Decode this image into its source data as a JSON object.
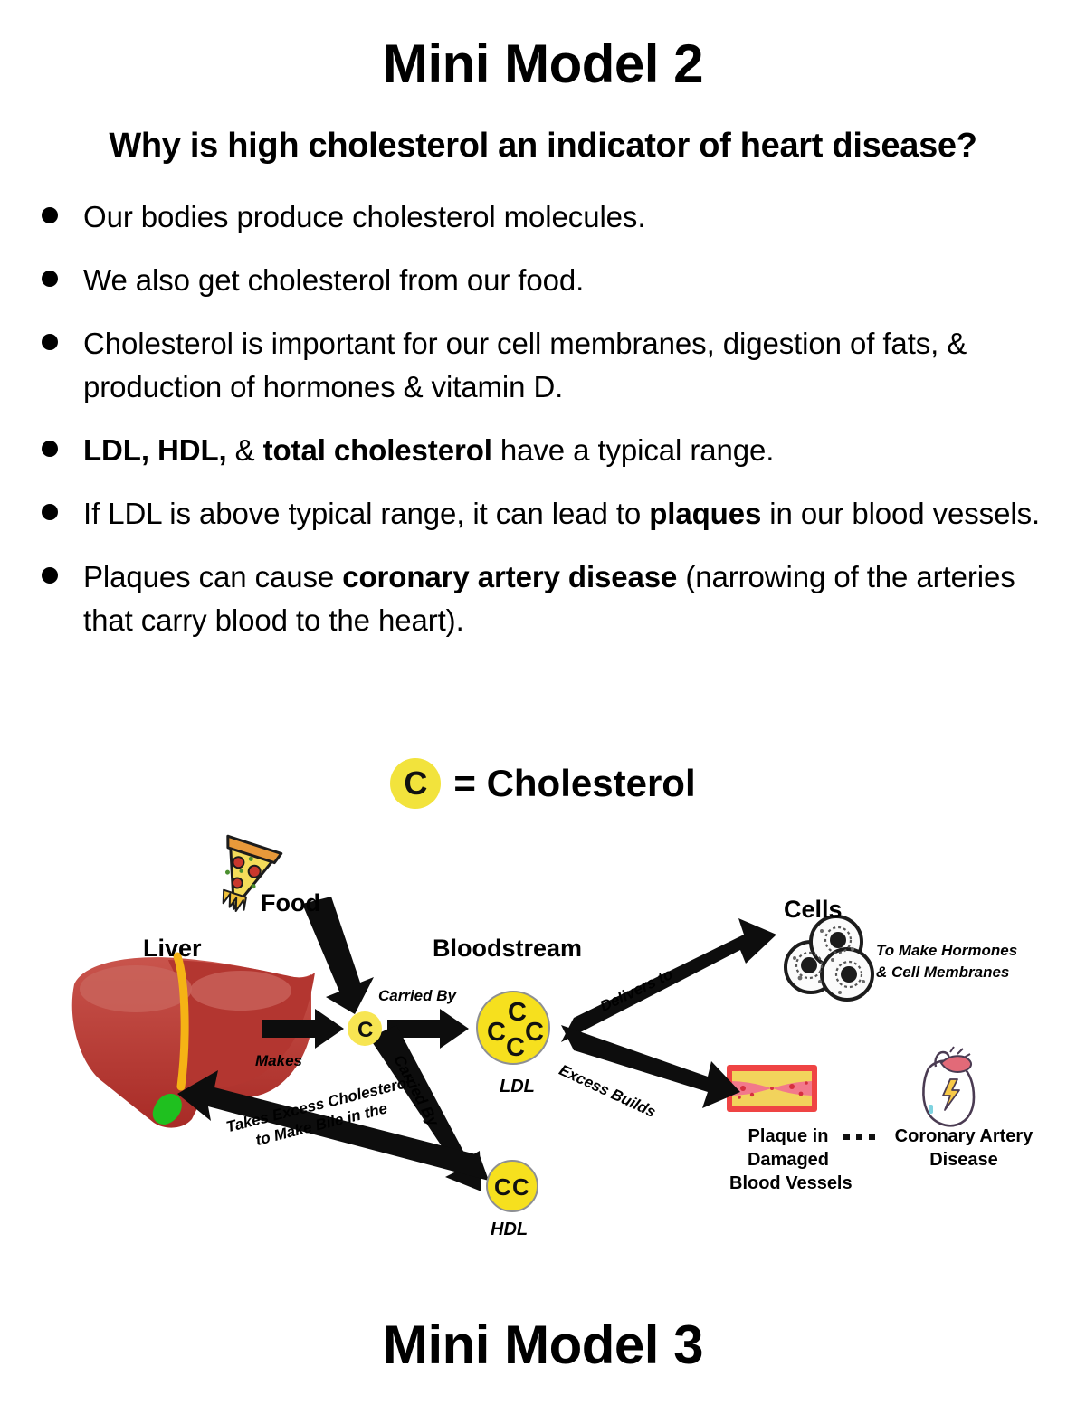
{
  "document": {
    "title_top": "Mini Model 2",
    "title_bottom": "Mini Model 3",
    "question": "Why is high cholesterol an indicator of heart disease?"
  },
  "bullets": [
    {
      "parts": [
        {
          "text": "Our bodies produce cholesterol molecules.",
          "bold": false
        }
      ]
    },
    {
      "parts": [
        {
          "text": "We also get cholesterol from our food.",
          "bold": false
        }
      ]
    },
    {
      "parts": [
        {
          "text": "Cholesterol is important for our cell membranes, digestion of fats, & production of hormones & vitamin D.",
          "bold": false
        }
      ]
    },
    {
      "parts": [
        {
          "text": "LDL, HDL,",
          "bold": true
        },
        {
          "text": " & ",
          "bold": false
        },
        {
          "text": "total cholesterol",
          "bold": true
        },
        {
          "text": " have a typical range.",
          "bold": false
        }
      ]
    },
    {
      "parts": [
        {
          "text": "If LDL is above typical range, it can lead to ",
          "bold": false
        },
        {
          "text": "plaques",
          "bold": true
        },
        {
          "text": " in our blood vessels.",
          "bold": false
        }
      ]
    },
    {
      "parts": [
        {
          "text": "Plaques can cause ",
          "bold": false
        },
        {
          "text": "coronary artery disease",
          "bold": true
        },
        {
          "text": " (narrowing of the arteries that carry blood to the heart).",
          "bold": false
        }
      ]
    }
  ],
  "legend": {
    "chip_letter": "C",
    "equals_text": "= Cholesterol",
    "chip_color": "#f2e33c"
  },
  "diagram": {
    "nodes": {
      "food": "Food",
      "liver": "Liver",
      "bloodstream": "Bloodstream",
      "cells": "Cells",
      "ldl": "LDL",
      "hdl": "HDL",
      "plaque": "Plaque in Damaged Blood Vessels",
      "plaque_line1": "Plaque in",
      "plaque_line2": "Damaged",
      "plaque_line3": "Blood Vessels",
      "cad_line1": "Coronary Artery",
      "cad_line2": "Disease",
      "cells_note_line1": "To Make Hormones",
      "cells_note_line2": "& Cell Membranes"
    },
    "edges": {
      "makes": "Makes",
      "carried_by_ldl": "Carried By",
      "carried_by_hdl": "Carried By",
      "delivers_to": "Delivers to",
      "excess_builds": "Excess Builds",
      "takes_excess_line1": "Takes Excess Cholesterol",
      "takes_excess_line2": "to Make Bile in the"
    },
    "chips": {
      "free_c": "C",
      "ldl_letters": [
        "C",
        "C",
        "C",
        "C"
      ],
      "hdl_letters": [
        "C",
        "C"
      ]
    },
    "colors": {
      "cholesterol_yellow": "#f6e01e",
      "chip_border": "#8d8f93",
      "liver_dark_red": "#b5302b",
      "liver_light_red": "#c9544c",
      "liver_bile_yellow": "#f5b315",
      "gallbladder_green": "#1fc01f",
      "plaque_vessel_red": "#ef4444",
      "plaque_inner_pink": "#f2798b",
      "plaque_yellow": "#f2d35c",
      "heart_outline": "#4a3b52",
      "heart_aorta_pink": "#e26a78",
      "heart_bolt_yellow": "#f7c948",
      "arrow_black": "#0d0d0d"
    }
  }
}
